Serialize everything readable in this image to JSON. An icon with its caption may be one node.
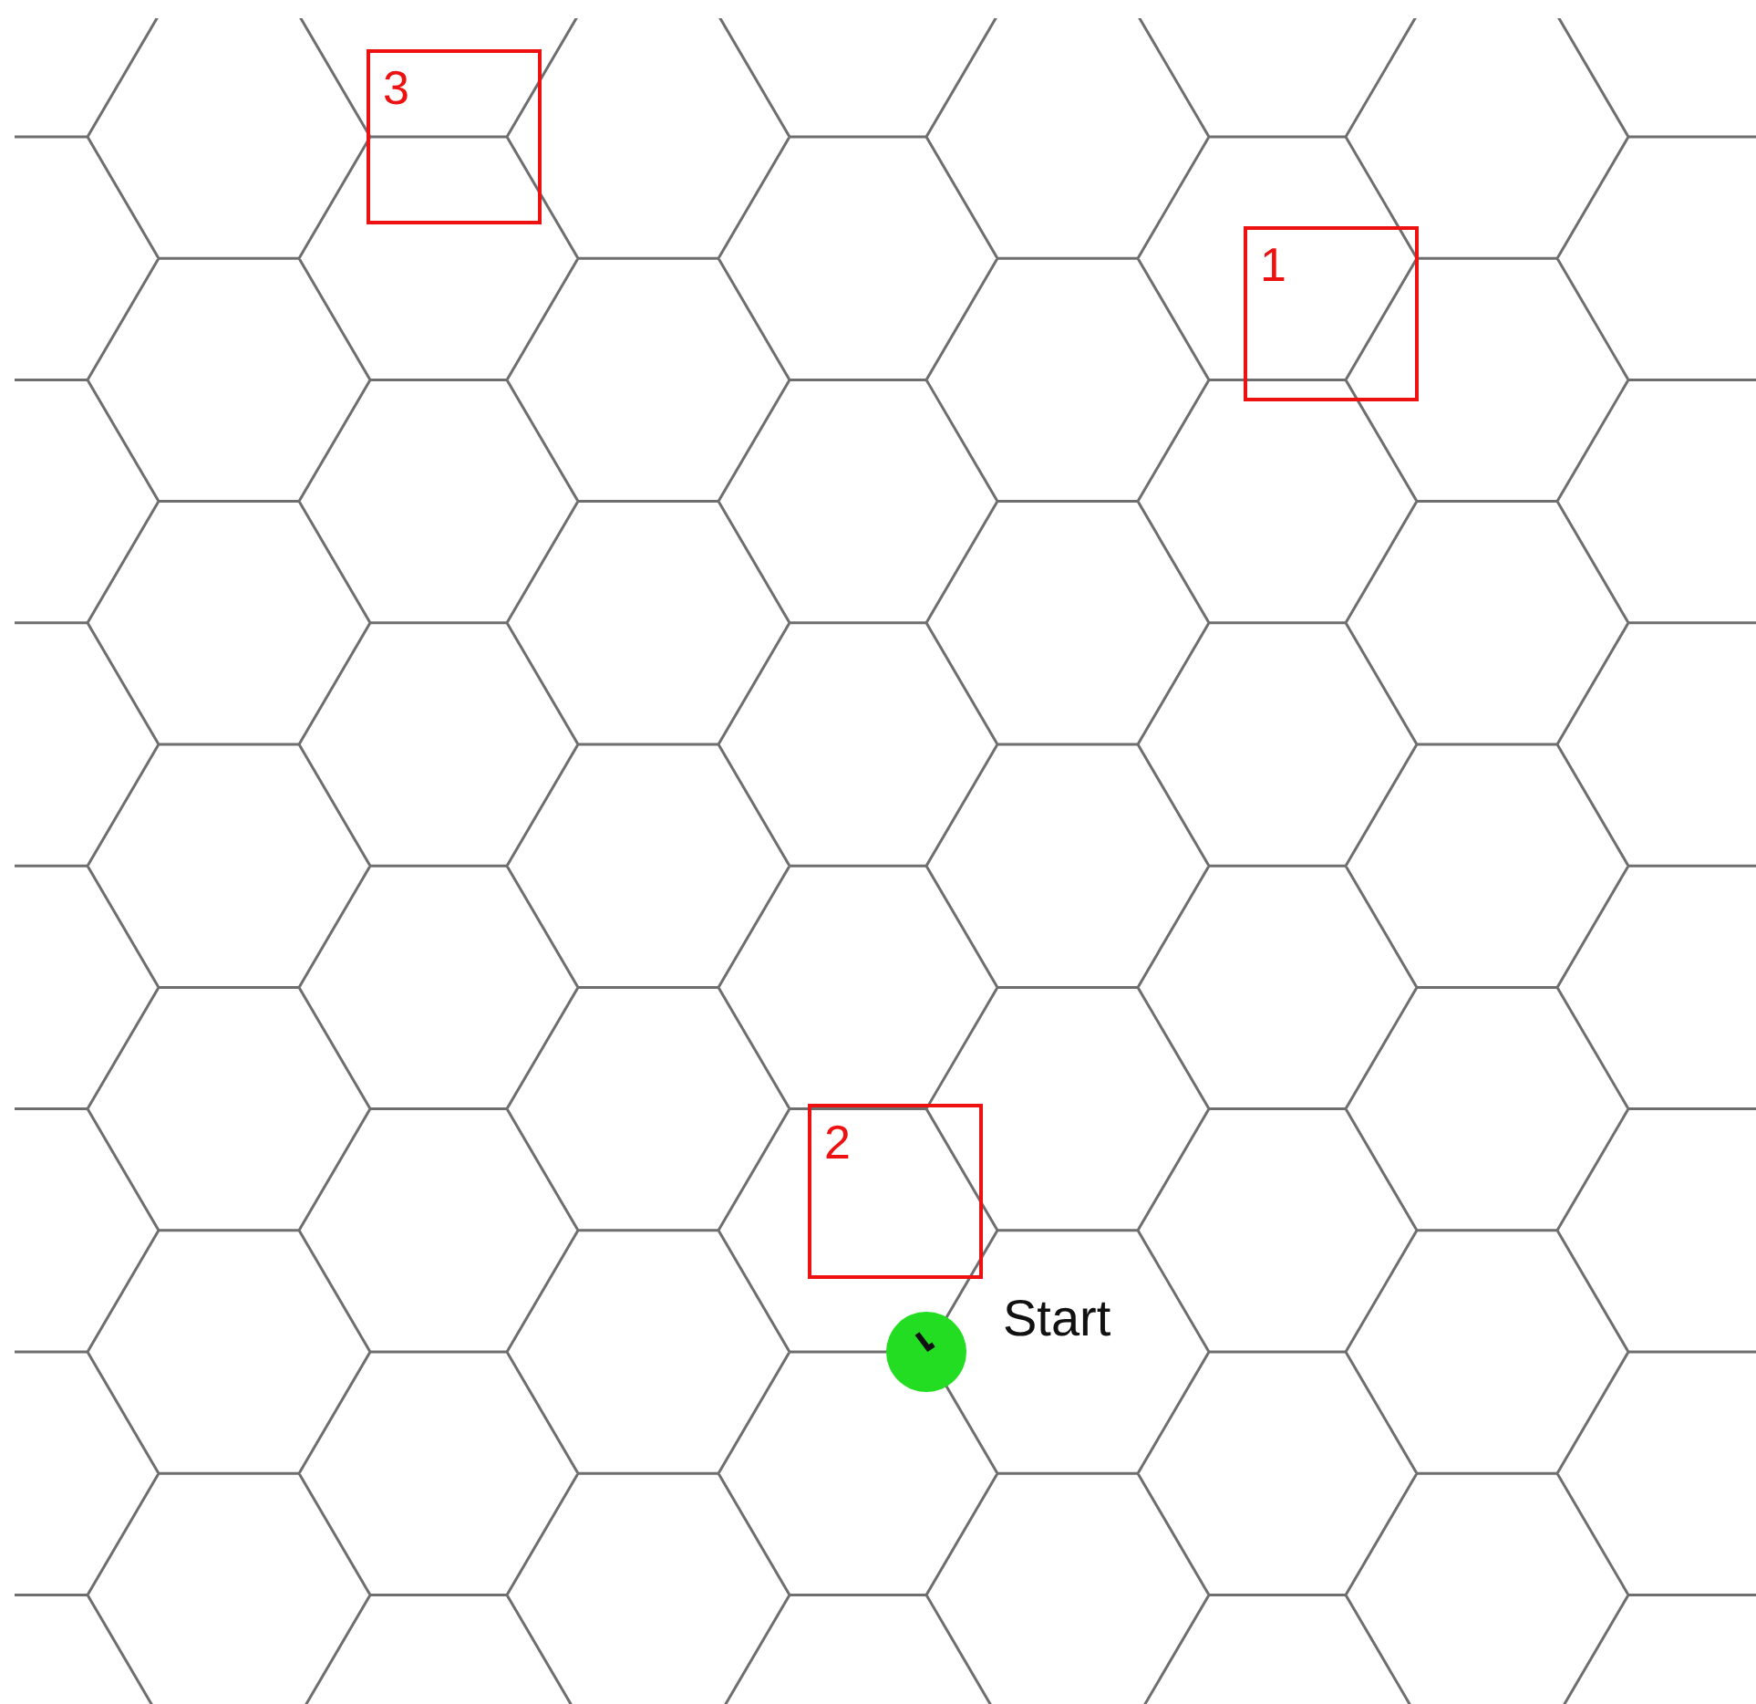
{
  "diagram": {
    "nodes": [
      {
        "text": [
          "3"
        ]
      },
      {
        "text": [
          "1"
        ]
      },
      {
        "text": [
          "2"
        ]
      },
      {
        "text": [],
        "shape": "circle",
        "beside": [
          "Start"
        ]
      }
    ]
  }
}
